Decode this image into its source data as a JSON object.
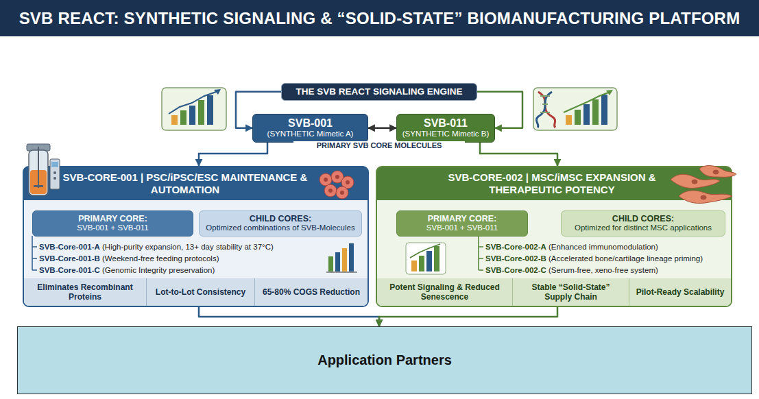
{
  "diagram": {
    "title": "SVB REACT: SYNTHETIC SIGNALING & “SOLID-STATE” BIOMANUFACTURING PLATFORM",
    "nodes": [
      {
        "text": [
          "THE SVB REACT SIGNALING ENGINE"
        ]
      },
      {
        "text": [
          "SVB-001",
          "(SYNTHETIC Mimetic A)"
        ]
      },
      {
        "text": [
          "SVB-011",
          "(SYNTHETIC Mimetic B)"
        ]
      },
      {
        "text": [
          "SVB-CORE-001 | PSC/iPSC/ESC MAINTENANCE & AUTOMATION",
          "SVB-Core-001-A",
          "(High-purity expansion, 13+ day stability at 37°C)",
          "SVB-Core-001-B",
          "(Weekend-free feeding protocols)",
          "SVB-Core-001-C",
          "(Genomic Integrity preservation)",
          "Eliminates Recombinant Proteins",
          "Lot-to-Lot Consistency",
          "65-80% COGS Reduction"
        ]
      },
      {
        "text": [
          "PRIMARY CORE:",
          "SVB-001 + SVB-011"
        ],
        "in": 3
      },
      {
        "text": [
          "CHILD CORES:",
          "Optimized combinations of SVB-Molecules"
        ],
        "in": 3
      },
      {
        "text": [
          "SVB-CORE-002 | MSC/iMSC EXPANSION & THERAPEUTIC POTENCY",
          "SVB-Core-002-A",
          "(Enhanced immunomodulation)",
          "SVB-Core-002-B",
          "(Accelerated bone/cartilage lineage priming)",
          "SVB-Core-002-C",
          "(Serum-free, xeno-free system)",
          "Potent Signaling & Reduced Senescence",
          "Stable “Solid-State” Supply Chain",
          "Pilot-Ready Scalability"
        ]
      },
      {
        "text": [
          "PRIMARY CORE:",
          "SVB-001 + SVB-011"
        ],
        "in": 6
      },
      {
        "text": [
          "CHILD CORES:",
          "Optimized for distinct MSC applications"
        ],
        "in": 6
      },
      {
        "text": [
          "Application Partners"
        ]
      }
    ],
    "edges": [
      {
        "from": 0,
        "to": 1,
        "arrow": "to"
      },
      {
        "from": 0,
        "to": 2,
        "arrow": "to"
      },
      {
        "from": 1,
        "to": 2,
        "arrow": "both"
      },
      {
        "from": 1,
        "to": 3,
        "arrow": "to"
      },
      {
        "from": 2,
        "to": 6,
        "arrow": "to"
      },
      {
        "from": 3,
        "to": 9,
        "arrow": "to"
      },
      {
        "from": 6,
        "to": 9,
        "arrow": "to"
      }
    ],
    "labels": [
      "PRIMARY SVB CORE MOLECULES"
    ]
  }
}
